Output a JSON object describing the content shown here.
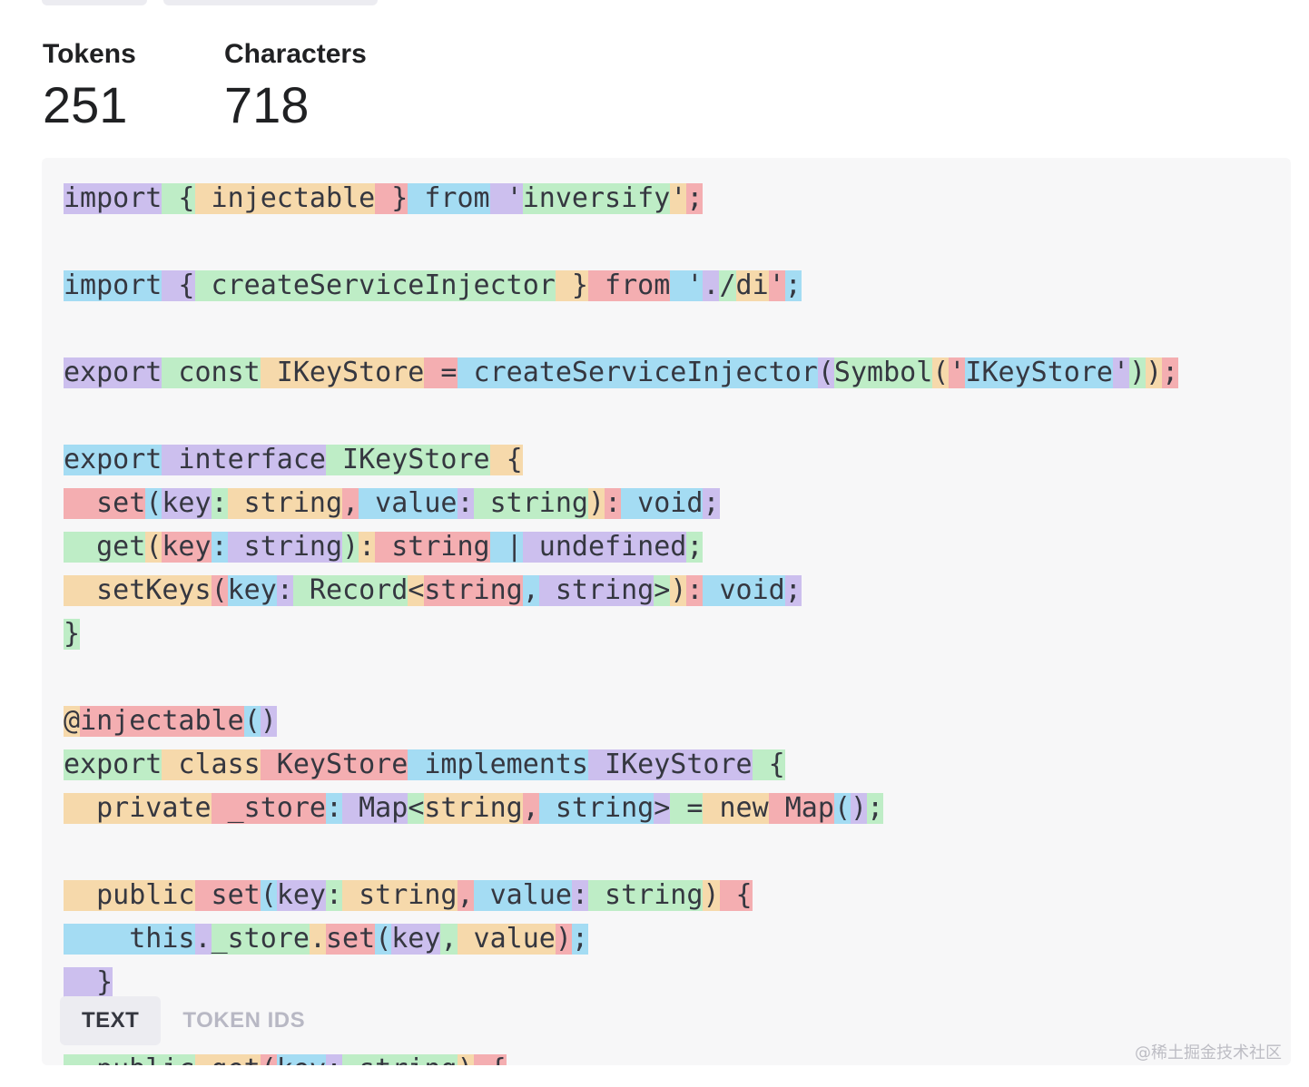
{
  "stats": {
    "tokens_label": "Tokens",
    "tokens_value": "251",
    "characters_label": "Characters",
    "characters_value": "718"
  },
  "tabs": {
    "text_label": "TEXT",
    "token_ids_label": "TOKEN IDS"
  },
  "watermark": "@稀土掘金技术社区",
  "code_lines": [
    "import { injectable } from 'inversify';",
    "",
    "import { createServiceInjector } from './di';",
    "",
    "export const IKeyStore = createServiceInjector(Symbol('IKeyStore'));",
    "",
    "export interface IKeyStore {",
    "  set(key: string, value: string): void;",
    "  get(key: string): string | undefined;",
    "  setKeys(key: Record<string, string>): void;",
    "}",
    "",
    "@injectable()",
    "export class KeyStore implements IKeyStore {",
    "  private _store: Map<string, string> = new Map();",
    "",
    "  public set(key: string, value: string) {",
    "    this._store.set(key, value);",
    "  }",
    "",
    "  public get(key: string) {"
  ],
  "token_colors": [
    "#b5a0ec",
    "#b3eebd",
    "#f9dcab",
    "#f8b2b4",
    "#a6e2f8"
  ]
}
